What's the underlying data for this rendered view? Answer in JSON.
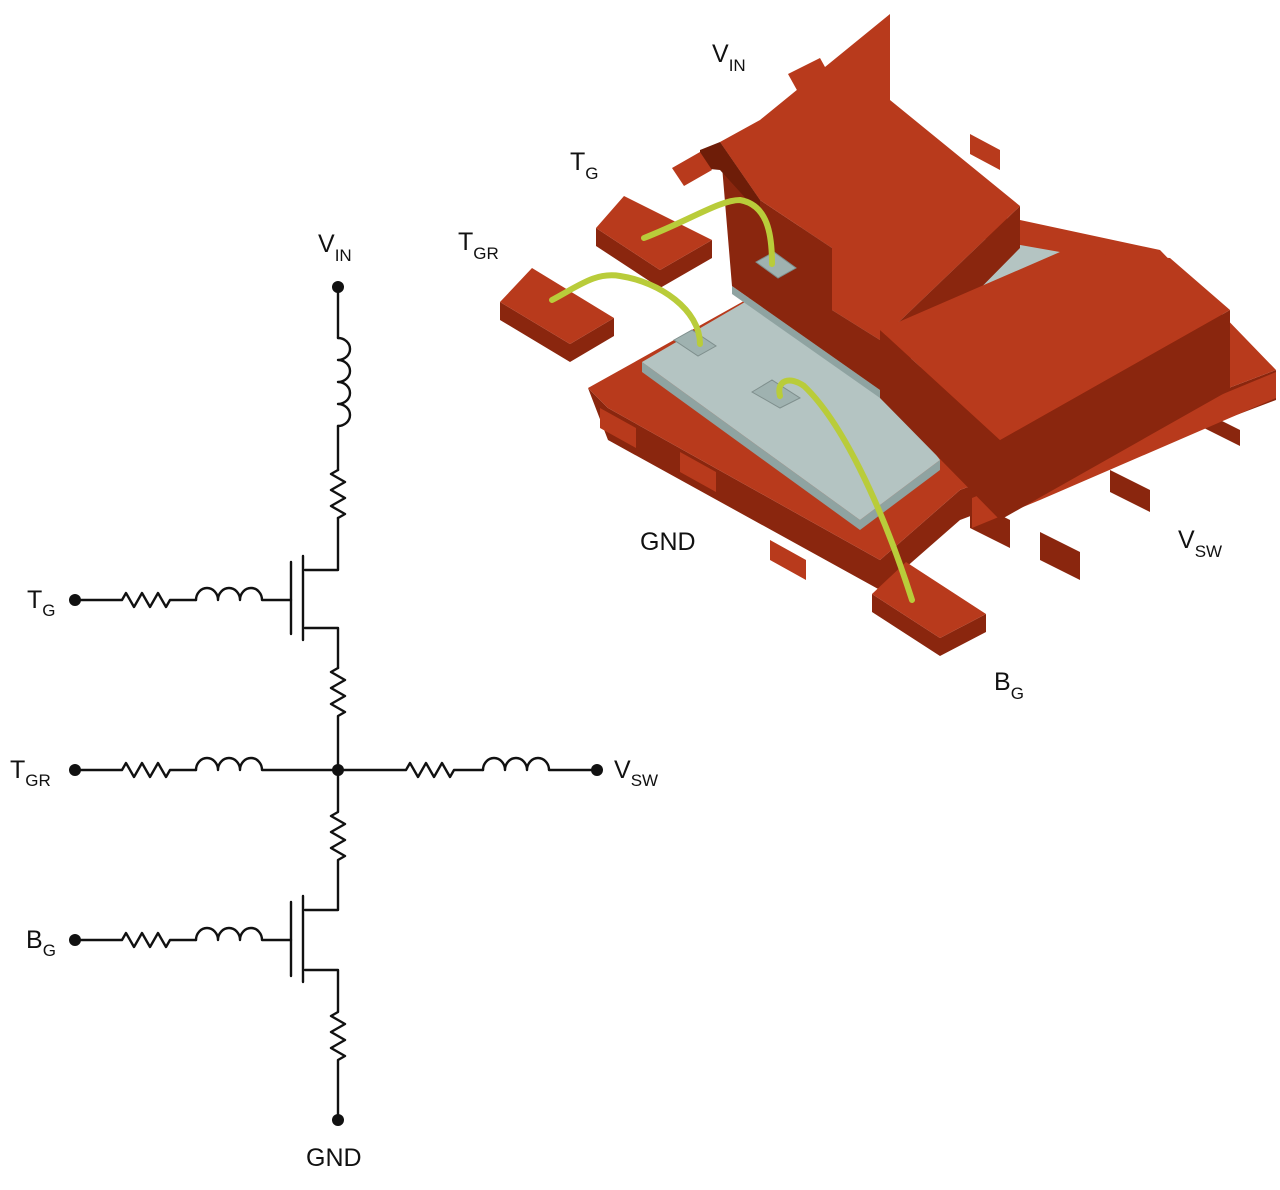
{
  "schematic": {
    "vin": {
      "main": "V",
      "sub": "IN"
    },
    "tg": {
      "main": "T",
      "sub": "G"
    },
    "tgr": {
      "main": "T",
      "sub": "GR"
    },
    "vsw": {
      "main": "V",
      "sub": "SW"
    },
    "bg": {
      "main": "B",
      "sub": "G"
    },
    "gnd": {
      "main": "GND"
    }
  },
  "package": {
    "vin": {
      "main": "V",
      "sub": "IN"
    },
    "tg": {
      "main": "T",
      "sub": "G"
    },
    "tgr": {
      "main": "T",
      "sub": "GR"
    },
    "gnd": {
      "main": "GND"
    },
    "vsw": {
      "main": "V",
      "sub": "SW"
    },
    "bg": {
      "main": "B",
      "sub": "G"
    }
  },
  "colors": {
    "copper_top": "#b83a1c",
    "copper_side": "#8a260e",
    "copper_dark": "#6e1d08",
    "die_top": "#b4c4c2",
    "die_side": "#8fa3a1",
    "bond_wire": "#b9cc3a",
    "wire_ink": "#111111"
  }
}
